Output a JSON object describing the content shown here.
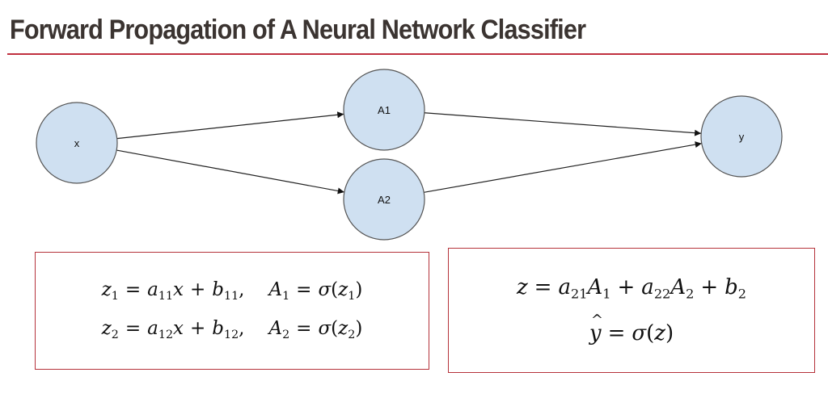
{
  "title": "Forward Propagation of A Neural Network Classifier",
  "colors": {
    "title_text": "#3b3431",
    "rule": "#c0303f",
    "node_fill": "#cfe0f1",
    "node_stroke": "#555555",
    "edge": "#222222",
    "box_border": "#b5323a"
  },
  "diagram": {
    "nodes": [
      {
        "id": "x",
        "label": "x"
      },
      {
        "id": "A1",
        "label": "A1"
      },
      {
        "id": "A2",
        "label": "A2"
      },
      {
        "id": "y",
        "label": "y"
      }
    ],
    "edges": [
      {
        "from": "x",
        "to": "A1"
      },
      {
        "from": "x",
        "to": "A2"
      },
      {
        "from": "A1",
        "to": "y"
      },
      {
        "from": "A2",
        "to": "y"
      }
    ]
  },
  "equations": {
    "hidden_layer": [
      {
        "z": "z",
        "z_sub": "1",
        "a": "a",
        "a_sub": "11",
        "x": "x",
        "b": "b",
        "b_sub": "11",
        "A": "A",
        "A_sub": "1",
        "sigma": "σ",
        "arg": "z",
        "arg_sub": "1"
      },
      {
        "z": "z",
        "z_sub": "2",
        "a": "a",
        "a_sub": "12",
        "x": "x",
        "b": "b",
        "b_sub": "12",
        "A": "A",
        "A_sub": "2",
        "sigma": "σ",
        "arg": "z",
        "arg_sub": "2"
      }
    ],
    "output_layer": {
      "line1": {
        "z": "z",
        "a1": "a",
        "a1_sub": "21",
        "A1": "A",
        "A1_sub": "1",
        "a2": "a",
        "a2_sub": "22",
        "A2": "A",
        "A2_sub": "2",
        "b": "b",
        "b_sub": "2"
      },
      "line2": {
        "yhat": "y",
        "sigma": "σ",
        "arg": "z"
      }
    }
  }
}
